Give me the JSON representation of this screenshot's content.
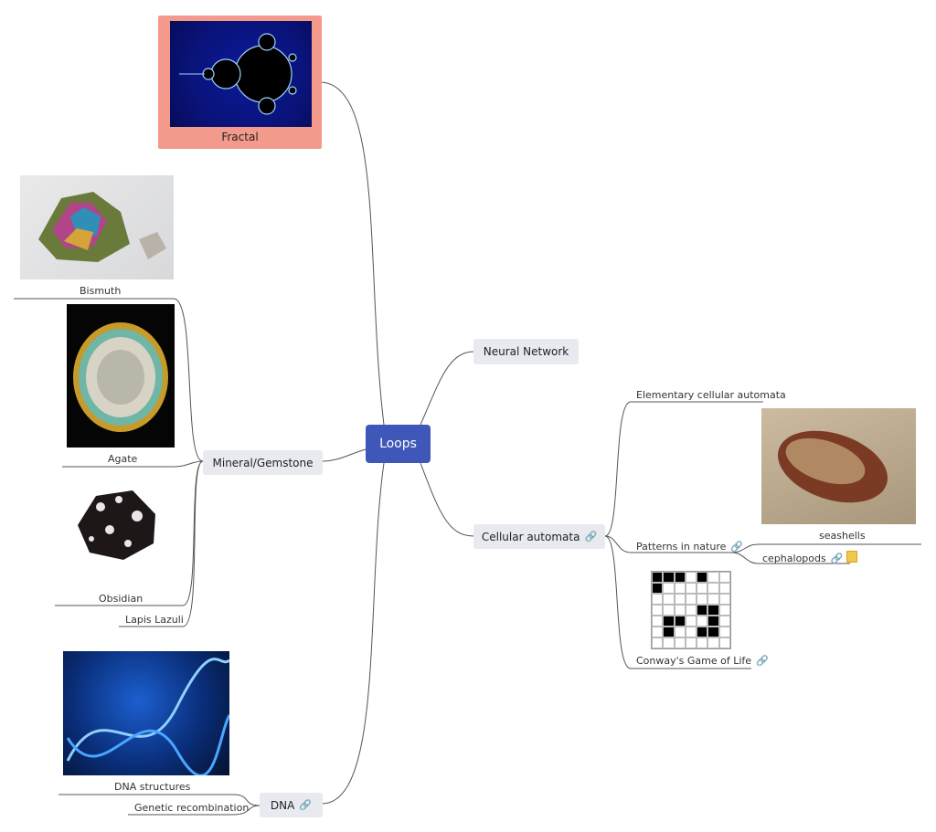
{
  "central": {
    "label": "Loops"
  },
  "branches": {
    "fractal": {
      "label": "Fractal"
    },
    "neural": {
      "label": "Neural Network"
    },
    "mineral": {
      "label": "Mineral/Gemstone",
      "children": [
        "Bismuth",
        "Agate",
        "Obsidian",
        "Lapis Lazuli"
      ]
    },
    "cellular": {
      "label": "Cellular automata",
      "link_icon": "link-icon",
      "children": {
        "elementary": "Elementary cellular automata",
        "patterns": "Patterns in nature",
        "seashells": "seashells",
        "cephalopods": "cephalopods",
        "conway": "Conway's Game of Life"
      }
    },
    "dna": {
      "label": "DNA",
      "link_icon": "link-icon",
      "children": [
        "DNA structures",
        "Genetic recombination"
      ]
    }
  },
  "colors": {
    "central": "#3f57b8",
    "topic": "#e8eaf0",
    "fractal_card": "#f39a8c",
    "link": "#3a7bd5",
    "note": "#f3c64c"
  },
  "game_of_life_cells": [
    [
      1,
      1,
      1,
      0,
      1,
      0,
      0
    ],
    [
      1,
      0,
      0,
      0,
      0,
      0,
      0
    ],
    [
      0,
      0,
      0,
      0,
      0,
      0,
      0
    ],
    [
      0,
      0,
      0,
      0,
      1,
      1,
      0
    ],
    [
      0,
      1,
      1,
      0,
      0,
      1,
      0
    ],
    [
      0,
      1,
      0,
      0,
      1,
      1,
      0
    ],
    [
      0,
      0,
      0,
      0,
      0,
      0,
      0
    ]
  ]
}
